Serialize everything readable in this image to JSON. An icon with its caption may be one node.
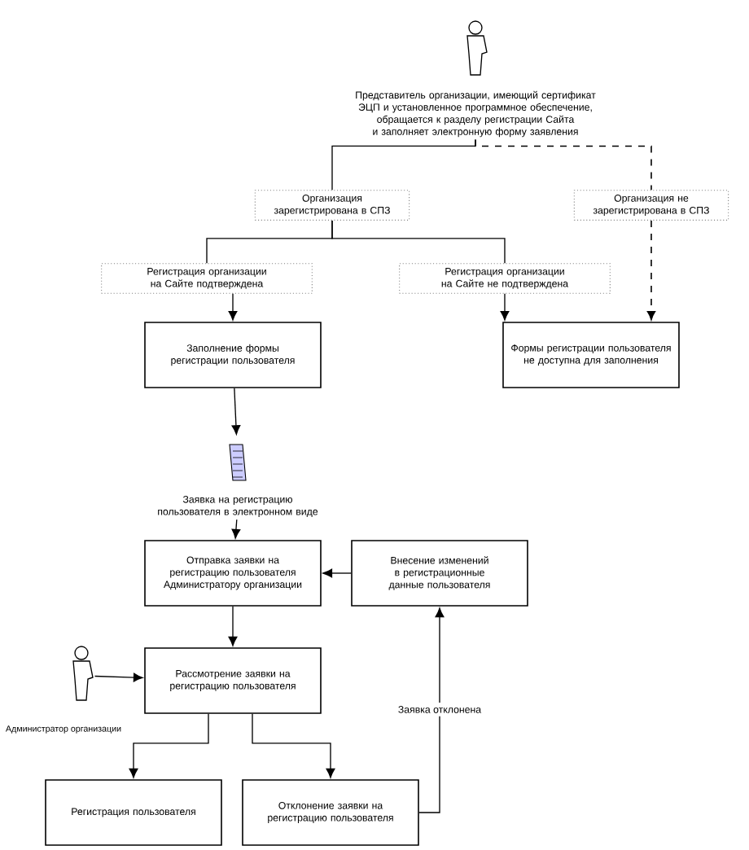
{
  "diagram": {
    "nodes": [
      {
        "text": [],
        "shape": "person",
        "beside": [
          "Представитель организации, имеющий сертификат ЭЦП и установленное программное обеспечение, обращается к разделу регистрации Сайта и заполняет электронную форму заявления"
        ]
      },
      {
        "text": [
          "Организация зарегистрирована в СПЗ"
        ]
      },
      {
        "text": [
          "Организация не зарегистрирована в СПЗ"
        ]
      },
      {
        "text": [
          "Регистрация организации на Сайте подтверждена"
        ]
      },
      {
        "text": [
          "Регистрация организации на Сайте не подтверждена"
        ]
      },
      {
        "text": [
          "Заполнение формы регистрации пользователя"
        ]
      },
      {
        "text": [
          "Формы регистрации пользователя не доступна для заполнения"
        ]
      },
      {
        "text": [],
        "shape": "document",
        "beside": [
          "Заявка на регистрацию пользователя в электронном виде"
        ]
      },
      {
        "text": [
          "Отправка заявки на регистрацию пользователя Администратору организации"
        ]
      },
      {
        "text": [
          "Внесение изменений в регистрационные данные пользователя"
        ]
      },
      {
        "text": [],
        "shape": "person"
      },
      {
        "text": [
          "Рассмотрение заявки на регистрацию пользователя"
        ]
      },
      {
        "text": [
          "Регистрация пользователя"
        ]
      },
      {
        "text": [
          "Отклонение заявки на регистрацию пользователя"
        ]
      }
    ],
    "edges": [
      {
        "from": 0,
        "to": 1,
        "arrow": "none"
      },
      {
        "from": 0,
        "to": 2,
        "arrow": "none",
        "style": "dashed"
      },
      {
        "from": 1,
        "to": 3,
        "arrow": "none"
      },
      {
        "from": 1,
        "to": 4,
        "arrow": "none"
      },
      {
        "from": 3,
        "to": 5,
        "arrow": "to"
      },
      {
        "from": 4,
        "to": 6,
        "arrow": "to"
      },
      {
        "from": 2,
        "to": 6,
        "arrow": "to",
        "style": "dashed"
      },
      {
        "from": 5,
        "to": 7,
        "arrow": "to"
      },
      {
        "from": 7,
        "to": 8,
        "arrow": "to"
      },
      {
        "from": 9,
        "to": 8,
        "arrow": "to"
      },
      {
        "from": 8,
        "to": 11,
        "arrow": "to"
      },
      {
        "from": 10,
        "to": 11,
        "arrow": "to"
      },
      {
        "from": 11,
        "to": 12,
        "arrow": "to"
      },
      {
        "from": 11,
        "to": 13,
        "arrow": "to"
      },
      {
        "from": 13,
        "to": 9,
        "arrow": "to",
        "label": "Заявка отклонена"
      }
    ],
    "labels": [
      "Администратор организации"
    ]
  }
}
